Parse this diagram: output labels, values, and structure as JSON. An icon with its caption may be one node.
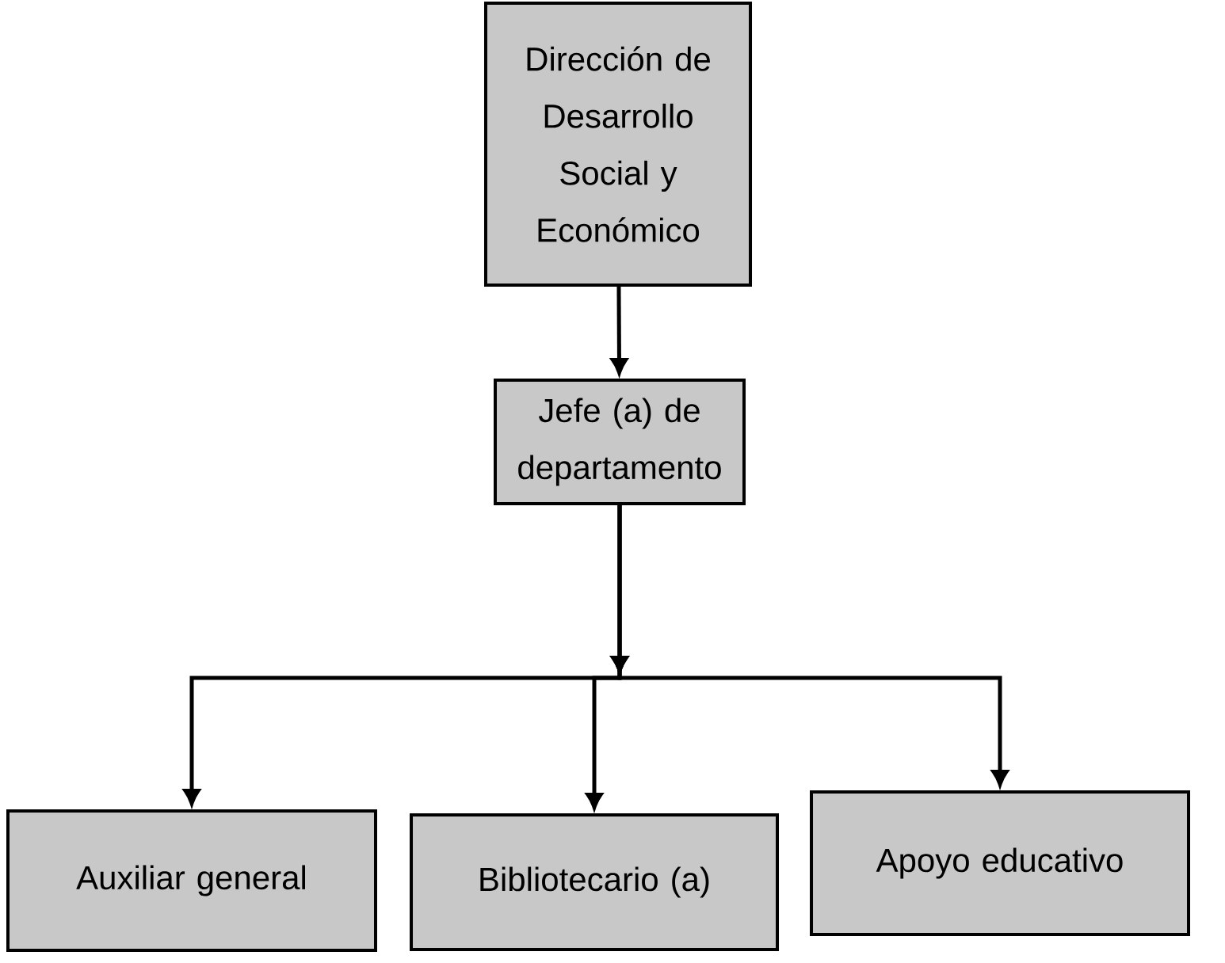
{
  "diagram": {
    "nodes": [
      {
        "text": [
          "Dirección de Desarrollo Social y Económico"
        ]
      },
      {
        "text": [
          "Jefe (a) de departamento"
        ]
      },
      {
        "text": [
          "Auxiliar general"
        ]
      },
      {
        "text": [
          "Bibliotecario (a)"
        ]
      },
      {
        "text": [
          "Apoyo educativo"
        ]
      }
    ],
    "edges": [
      {
        "from": 0,
        "to": 1,
        "arrow": "to"
      },
      {
        "from": 1,
        "to": 2,
        "arrow": "to"
      },
      {
        "from": 1,
        "to": 3,
        "arrow": "to"
      },
      {
        "from": 1,
        "to": 4,
        "arrow": "to"
      }
    ]
  }
}
